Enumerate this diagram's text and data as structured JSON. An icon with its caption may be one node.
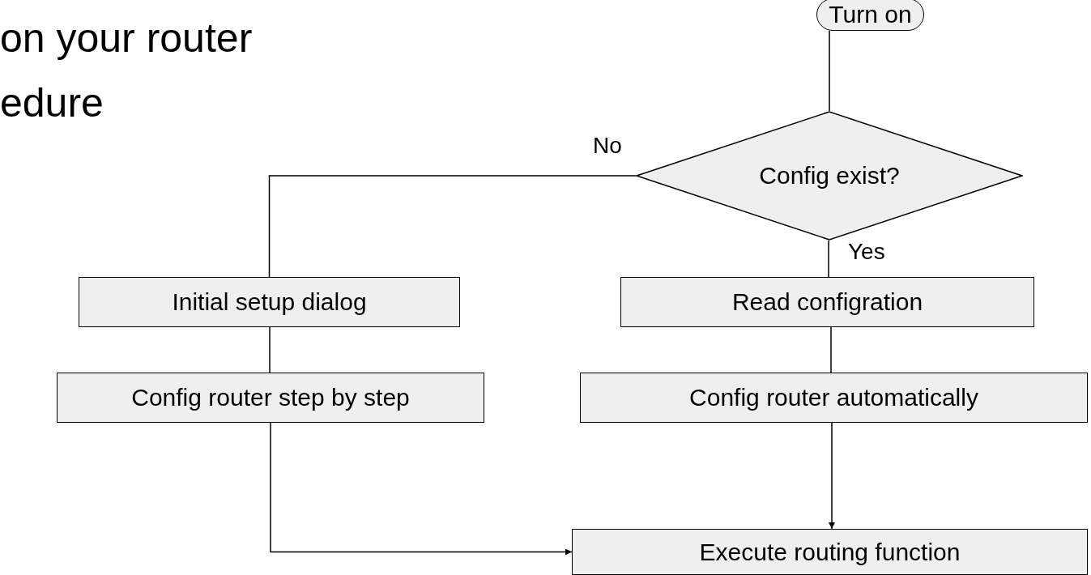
{
  "diagram": {
    "nodes": [
      {
        "text": [
          "Turn on"
        ]
      },
      {
        "text": [
          "Config exist?"
        ]
      },
      {
        "text": [
          "Initial setup dialog"
        ]
      },
      {
        "text": [
          "Read configration"
        ]
      },
      {
        "text": [
          "Config router step by step"
        ]
      },
      {
        "text": [
          "Config router automatically"
        ]
      },
      {
        "text": [
          "Execute routing function"
        ]
      }
    ],
    "edges": [
      {
        "from": 0,
        "to": 1,
        "arrow": "none"
      },
      {
        "from": 1,
        "to": 2,
        "arrow": "none",
        "label": "No"
      },
      {
        "from": 1,
        "to": 3,
        "arrow": "none",
        "label": "Yes"
      },
      {
        "from": 2,
        "to": 4,
        "arrow": "none"
      },
      {
        "from": 3,
        "to": 5,
        "arrow": "none"
      },
      {
        "from": 5,
        "to": 6,
        "arrow": "to"
      },
      {
        "from": 4,
        "to": 6,
        "arrow": "to"
      }
    ],
    "labels": [
      "on your router",
      "edure"
    ]
  }
}
